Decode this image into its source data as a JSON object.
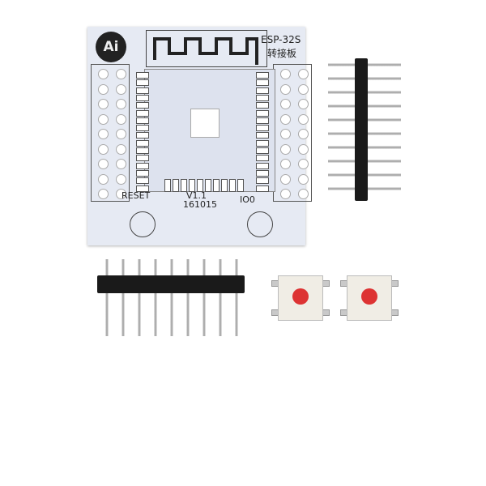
{
  "board": {
    "logo": "Ai",
    "title": "ESP-32S",
    "subtitle": "转接板",
    "reset_label": "RESET",
    "io_label": "IO0",
    "version": "V1.1",
    "date_code": "161015"
  },
  "colors": {
    "board": "#e6eaf3",
    "header": "#1a1a1a",
    "button_cap": "#d33333"
  },
  "parts": {
    "header_pins": 10,
    "header_pins_bottom": 9,
    "buttons": 2
  }
}
